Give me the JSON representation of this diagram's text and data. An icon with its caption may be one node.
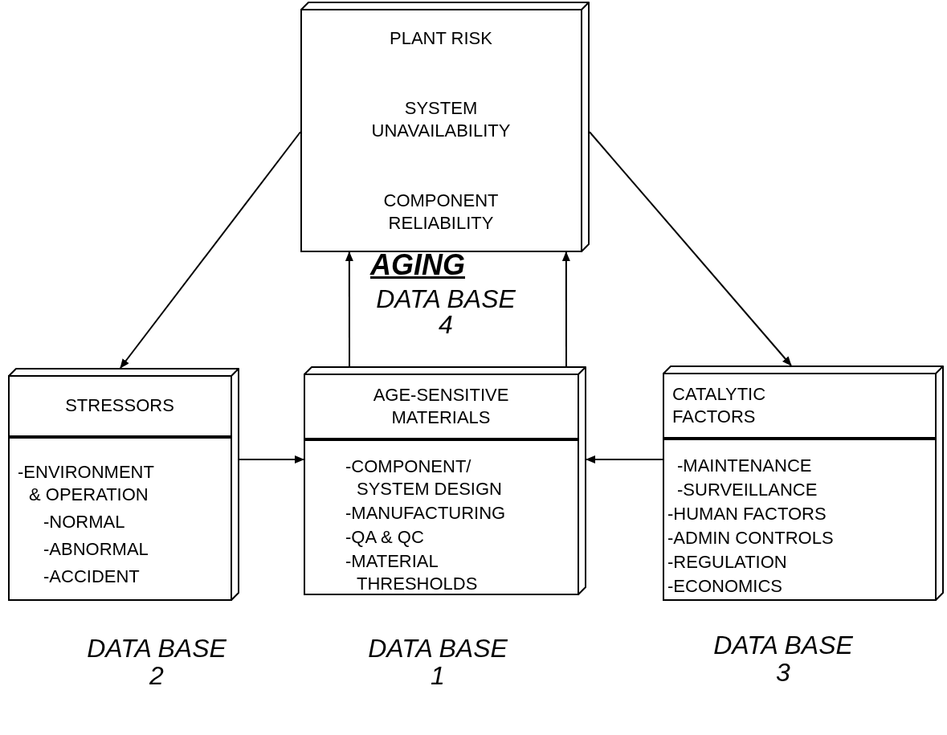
{
  "diagram": {
    "nodes": [
      {
        "text": [
          "PLANT RISK",
          "SYSTEM UNAVAILABILITY",
          "COMPONENT RELIABILITY"
        ]
      },
      {
        "text": [
          "STRESSORS",
          "-ENVIRONMENT & OPERATION",
          "-NORMAL",
          "-ABNORMAL",
          "-ACCIDENT"
        ]
      },
      {
        "text": [
          "AGE-SENSITIVE MATERIALS",
          "-COMPONENT/ SYSTEM DESIGN",
          "-MANUFACTURING",
          "-QA & QC",
          "-MATERIAL THRESHOLDS"
        ]
      },
      {
        "text": [
          "CATALYTIC FACTORS",
          "-MAINTENANCE",
          "-SURVEILLANCE",
          "-HUMAN FACTORS",
          "-ADMIN CONTROLS",
          "-REGULATION",
          "-ECONOMICS"
        ]
      }
    ],
    "edges": [
      {
        "from": 0,
        "to": 1,
        "arrow": "to"
      },
      {
        "from": 0,
        "to": 3,
        "arrow": "to"
      },
      {
        "from": 2,
        "to": 0,
        "arrow": "to"
      },
      {
        "from": 2,
        "to": 0,
        "arrow": "to"
      },
      {
        "from": 1,
        "to": 2,
        "arrow": "to"
      },
      {
        "from": 3,
        "to": 2,
        "arrow": "to"
      }
    ],
    "labels": [
      "AGING",
      "DATA BASE 4",
      "DATA BASE 2",
      "DATA BASE 1",
      "DATA BASE 3"
    ]
  }
}
